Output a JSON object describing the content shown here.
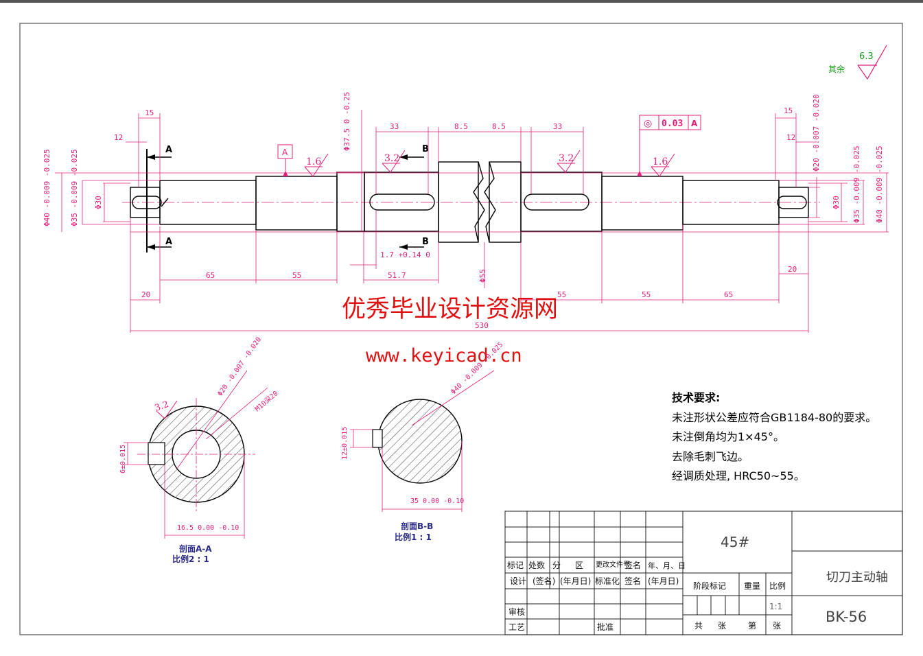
{
  "surface_finish": {
    "label": "其余",
    "value": "6.3"
  },
  "section_markers": {
    "a": "A",
    "b": "B"
  },
  "datum_label": "A",
  "tolerance_frame": {
    "symbol": "◎",
    "value": "0.03",
    "datum": "A"
  },
  "roughness": {
    "r1": "1.6",
    "r2": "3.2",
    "r3": "3.2",
    "r4": "1.6"
  },
  "dims": {
    "d15_left": "15",
    "d12_left": "12",
    "d15_right": "15",
    "d12_right": "12",
    "d33_left": "33",
    "d85_left": "8.5",
    "d85_right": "8.5",
    "d33_right": "33",
    "d375": "Φ37.5 0 -0.25",
    "d40_left": "Φ40 -0.009 -0.025",
    "d35_left": "Φ35 -0.009 -0.025",
    "d30_left": "Φ30",
    "d20_right": "Φ20 -0.007 -0.020",
    "d30_right": "Φ30",
    "d35_right": "Φ35 -0.009 -0.025",
    "d40_right": "Φ40 -0.009 -0.025",
    "d17": "1.7 +0.14 0",
    "d55_dia": "Φ55",
    "d20_left": "20",
    "d65_left": "65",
    "d55_left": "55",
    "d517": "51.7",
    "d55_mid": "55",
    "d55_right": "55",
    "d65_right": "65",
    "d20_right_len": "20",
    "d530": "530"
  },
  "watermark": {
    "title": "优秀毕业设计资源网",
    "url": "www.keyicad.cn"
  },
  "section_aa": {
    "r32": "3.2",
    "d20": "Φ20 -0.007 -0.020",
    "m10": "M10深20",
    "w6": "6±0.015",
    "h165": "16.5 0.00 -0.10",
    "title": "剖面A-A",
    "scale": "比例2 : 1"
  },
  "section_bb": {
    "d40": "Φ40 -0.009 -0.025",
    "w12": "12±0.015",
    "h35": "35 0.00 -0.10",
    "title": "剖面B-B",
    "scale": "比例1 : 1"
  },
  "notes": {
    "heading": "技术要求:",
    "lines": [
      "未注形状公差应符合GB1184-80的要求。",
      "未注倒角均为1×45°。",
      "去除毛刺飞边。",
      "经调质处理, HRC50~55。"
    ]
  },
  "title_block": {
    "material": "45#",
    "part_name": "切刀主动轴",
    "drawing_no": "BK-56",
    "row_labels": [
      "标记",
      "处数",
      "分",
      "区",
      "更改文件号",
      "签名",
      "年、月、日"
    ],
    "design": [
      "设计",
      "(签名)",
      "(年月日)",
      "标准化",
      "签名",
      "(年月日)"
    ],
    "review": "审核",
    "process": "工艺",
    "approve": "批准",
    "stage": "阶段标记",
    "weight": "重量",
    "ratio": "比例",
    "ratio_value": "1:1",
    "total": "共",
    "sheets": "张",
    "no": "第",
    "sheet": "张"
  }
}
